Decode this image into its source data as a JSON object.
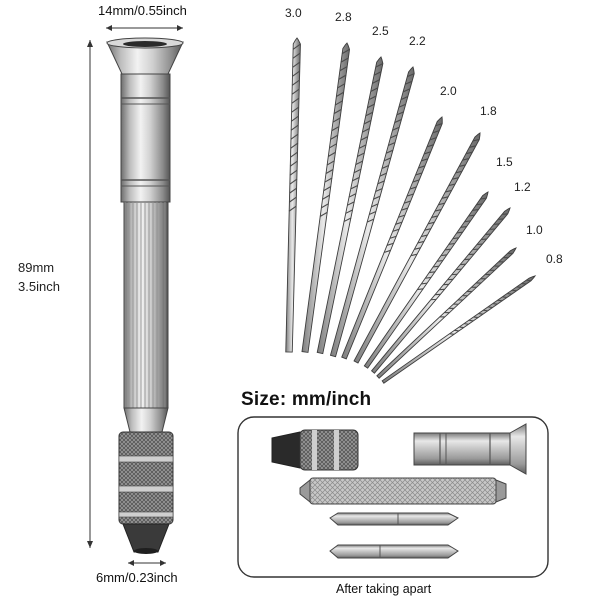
{
  "dimensions": {
    "top_width": "14mm/0.55inch",
    "length_mm": "89mm",
    "length_inch": "3.5inch",
    "bottom_width": "6mm/0.23inch"
  },
  "drill_sizes": [
    "3.0",
    "2.8",
    "2.5",
    "2.2",
    "2.0",
    "1.8",
    "1.5",
    "1.2",
    "1.0",
    "0.8"
  ],
  "size_title": "Size: mm/inch",
  "disassembly_caption": "After taking apart",
  "colors": {
    "metal_light": "#e6e6e6",
    "metal_mid": "#b5b5b5",
    "metal_dark": "#5a5a5a",
    "outline": "#333333",
    "background": "#ffffff"
  }
}
